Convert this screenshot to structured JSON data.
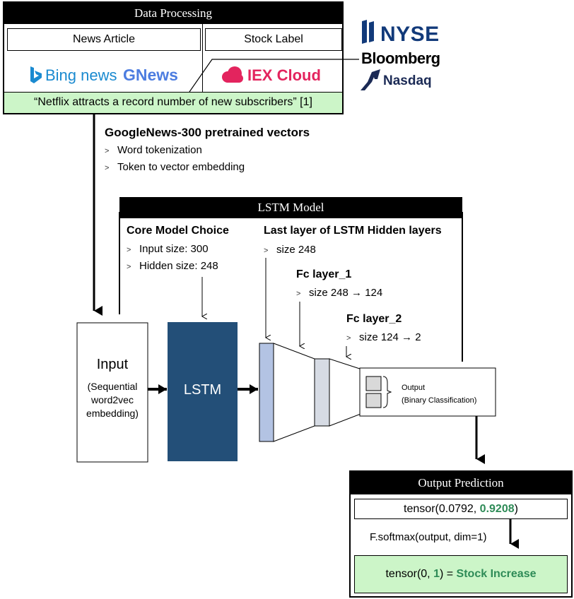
{
  "data_processing": {
    "title": "Data Processing",
    "news_article_label": "News Article",
    "stock_label_label": "Stock Label",
    "bing_logo_text": "Bing news",
    "gnews_logo_text": "GNews",
    "iex_logo_text": "IEX Cloud",
    "example_headline": "“Netflix attracts a record number of new subscribers” [1]"
  },
  "exchange_logos": {
    "nyse": "NYSE",
    "bloomberg": "Bloomberg",
    "nasdaq": "Nasdaq"
  },
  "embedding": {
    "heading": "GoogleNews-300 pretrained vectors",
    "steps": [
      "Word tokenization",
      "Token to vector embedding"
    ]
  },
  "lstm_model": {
    "title": "LSTM Model",
    "core_heading": "Core Model Choice",
    "core_items": [
      "Input size: 300",
      "Hidden size: 248"
    ],
    "hidden_heading": "Last layer of LSTM Hidden layers",
    "hidden_item": "size 248",
    "fc1_heading": "Fc layer_1",
    "fc1_item": "size 248 → 124",
    "fc2_heading": "Fc layer_2",
    "fc2_item": "size 124 → 2"
  },
  "blocks": {
    "input_title": "Input",
    "input_desc_line1": "(Sequential",
    "input_desc_line2": "word2vec",
    "input_desc_line3": "embedding)",
    "lstm_label": "LSTM",
    "output_line1": "Output",
    "output_line2": "(Binary Classification)"
  },
  "output_prediction": {
    "title": "Output Prediction",
    "tensor_prefix": "tensor(0.0792, ",
    "tensor_highlight": "0.9208",
    "tensor_suffix": ")",
    "softmax_label": "F.softmax(output, dim=1)",
    "result_prefix": "tensor(0, ",
    "result_highlight": "1",
    "result_mid": ") = ",
    "result_label": "Stock Increase"
  },
  "colors": {
    "lstm_block": "#234f78",
    "fc_layer_1": "#b3c3e3",
    "fc_layer_2": "#d6dbe4",
    "highlight_green": "#2e8b57",
    "panel_green": "#ccf5c8",
    "bing_blue": "#1a8ad0",
    "gnews_blue": "#4d7de0",
    "iex_pink": "#e3245e",
    "nyse_navy": "#123a7a",
    "nasdaq_navy": "#1b2a55"
  }
}
